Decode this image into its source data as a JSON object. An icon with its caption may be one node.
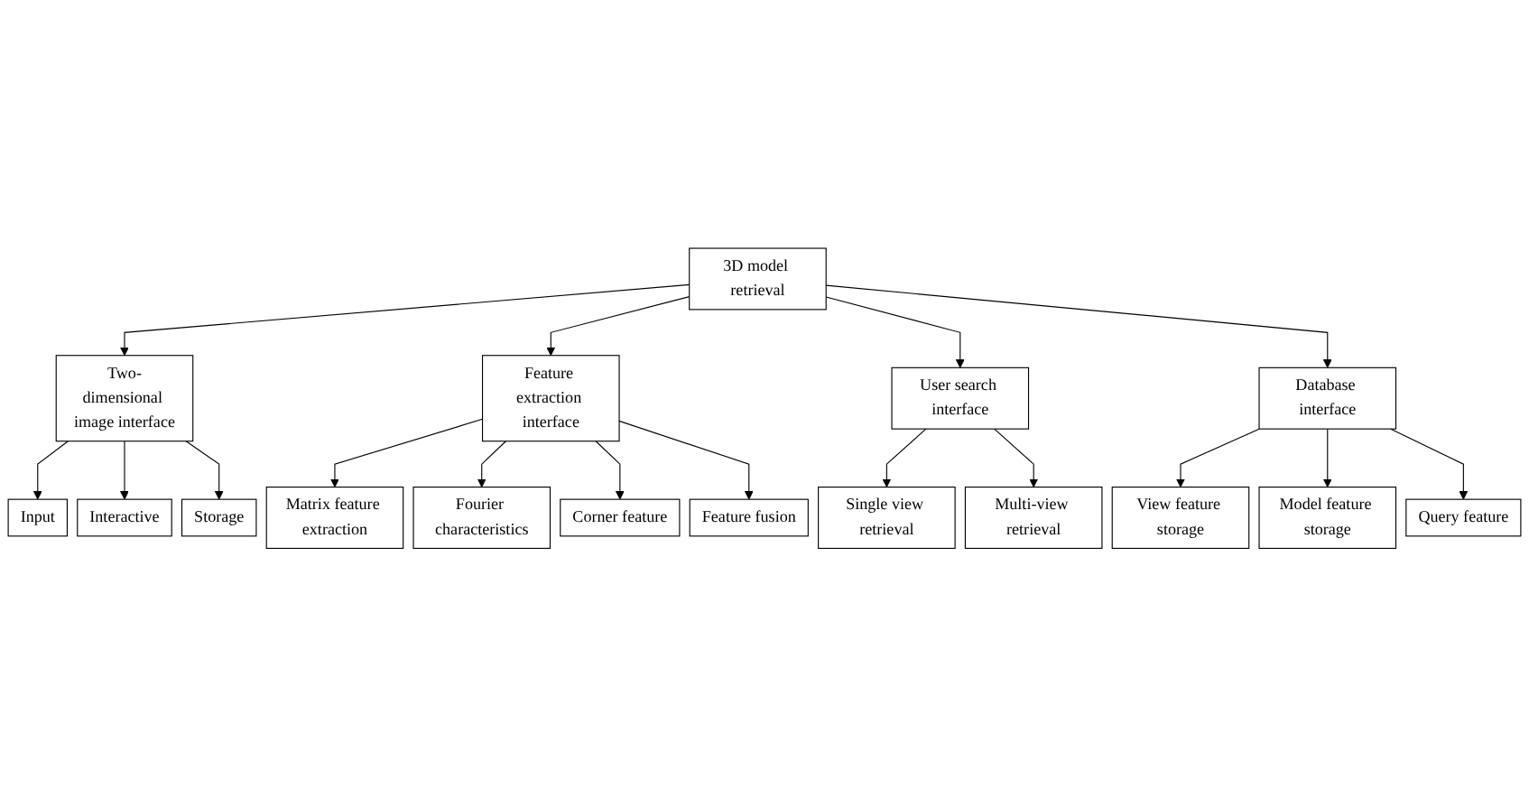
{
  "diagram": {
    "nodes": [
      {
        "text": [
          "3D model retrieval"
        ]
      },
      {
        "text": [
          "Two-dimensional image interface"
        ]
      },
      {
        "text": [
          "Feature extraction interface"
        ]
      },
      {
        "text": [
          "User search interface"
        ]
      },
      {
        "text": [
          "Database interface"
        ]
      },
      {
        "text": [
          "Input"
        ]
      },
      {
        "text": [
          "Interactive"
        ]
      },
      {
        "text": [
          "Storage"
        ]
      },
      {
        "text": [
          "Matrix feature extraction"
        ]
      },
      {
        "text": [
          "Fourier characteristics"
        ]
      },
      {
        "text": [
          "Corner feature"
        ]
      },
      {
        "text": [
          "Feature fusion"
        ]
      },
      {
        "text": [
          "Single view retrieval"
        ]
      },
      {
        "text": [
          "Multi-view retrieval"
        ]
      },
      {
        "text": [
          "View feature storage"
        ]
      },
      {
        "text": [
          "Model feature storage"
        ]
      },
      {
        "text": [
          "Query feature"
        ]
      }
    ],
    "edges": [
      {
        "from": 0,
        "to": 1,
        "arrow": "to"
      },
      {
        "from": 0,
        "to": 2,
        "arrow": "to"
      },
      {
        "from": 0,
        "to": 3,
        "arrow": "to"
      },
      {
        "from": 0,
        "to": 4,
        "arrow": "to"
      },
      {
        "from": 1,
        "to": 5,
        "arrow": "to"
      },
      {
        "from": 1,
        "to": 6,
        "arrow": "to"
      },
      {
        "from": 1,
        "to": 7,
        "arrow": "to"
      },
      {
        "from": 2,
        "to": 8,
        "arrow": "to"
      },
      {
        "from": 2,
        "to": 9,
        "arrow": "to"
      },
      {
        "from": 2,
        "to": 10,
        "arrow": "to"
      },
      {
        "from": 2,
        "to": 11,
        "arrow": "to"
      },
      {
        "from": 3,
        "to": 12,
        "arrow": "to"
      },
      {
        "from": 3,
        "to": 13,
        "arrow": "to"
      },
      {
        "from": 4,
        "to": 14,
        "arrow": "to"
      },
      {
        "from": 4,
        "to": 15,
        "arrow": "to"
      },
      {
        "from": 4,
        "to": 16,
        "arrow": "to"
      }
    ]
  }
}
